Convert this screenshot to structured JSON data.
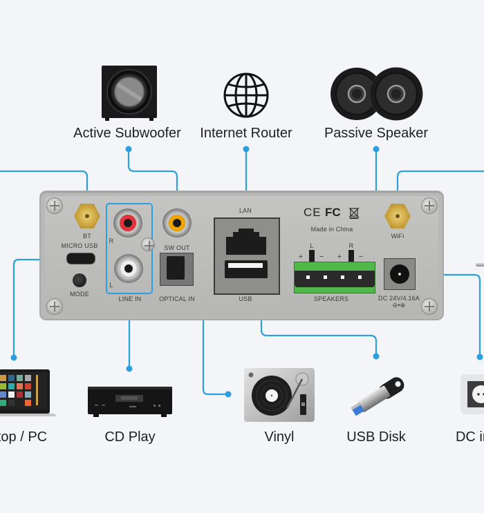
{
  "colors": {
    "background": "#f3f5f8",
    "wire": "#2b9fe0",
    "panel": "#bdbdbb",
    "terminal_green": "#4fb848",
    "rca_red": "#e2333a",
    "rca_orange": "#f0a400",
    "rca_white": "#eeeeee"
  },
  "top_devices": [
    {
      "name": "active-subwoofer",
      "label": "Active Subwoofer",
      "icon": "subwoofer-icon"
    },
    {
      "name": "internet-router",
      "label": "Internet Router",
      "icon": "globe-icon"
    },
    {
      "name": "passive-speaker",
      "label": "Passive Speaker",
      "icon": "speaker-pair-icon"
    }
  ],
  "bottom_devices": [
    {
      "name": "laptop-pc",
      "label": "Laptop / PC",
      "visible_label": "top / PC",
      "icon": "laptop-icon"
    },
    {
      "name": "cd-player",
      "label": "CD Play",
      "icon": "cd-player-icon"
    },
    {
      "name": "vinyl",
      "label": "Vinyl",
      "icon": "turntable-icon"
    },
    {
      "name": "usb-disk",
      "label": "USB Disk",
      "icon": "usb-drive-icon"
    },
    {
      "name": "dc-in",
      "label": "DC in",
      "visible_label": "DC in",
      "icon": "power-outlet-icon"
    }
  ],
  "panel": {
    "bt": "BT",
    "micro_usb": "MICRO USB",
    "mode": "MODE",
    "rca_r": "R",
    "rca_l": "L",
    "line_in": "LINE IN",
    "sw_out": "SW OUT",
    "optical_in": "OPTICAL IN",
    "lan": "LAN",
    "usb": "USB",
    "ce": "CE",
    "fc": "FC",
    "made_in": "Made in China",
    "spk_l": "L",
    "spk_r": "R",
    "plus": "+",
    "minus": "−",
    "speakers": "SPEAKERS",
    "wifi": "WiFi",
    "dc_rating": "DC 24V/4.16A",
    "polarity": "⊖•⊕"
  }
}
